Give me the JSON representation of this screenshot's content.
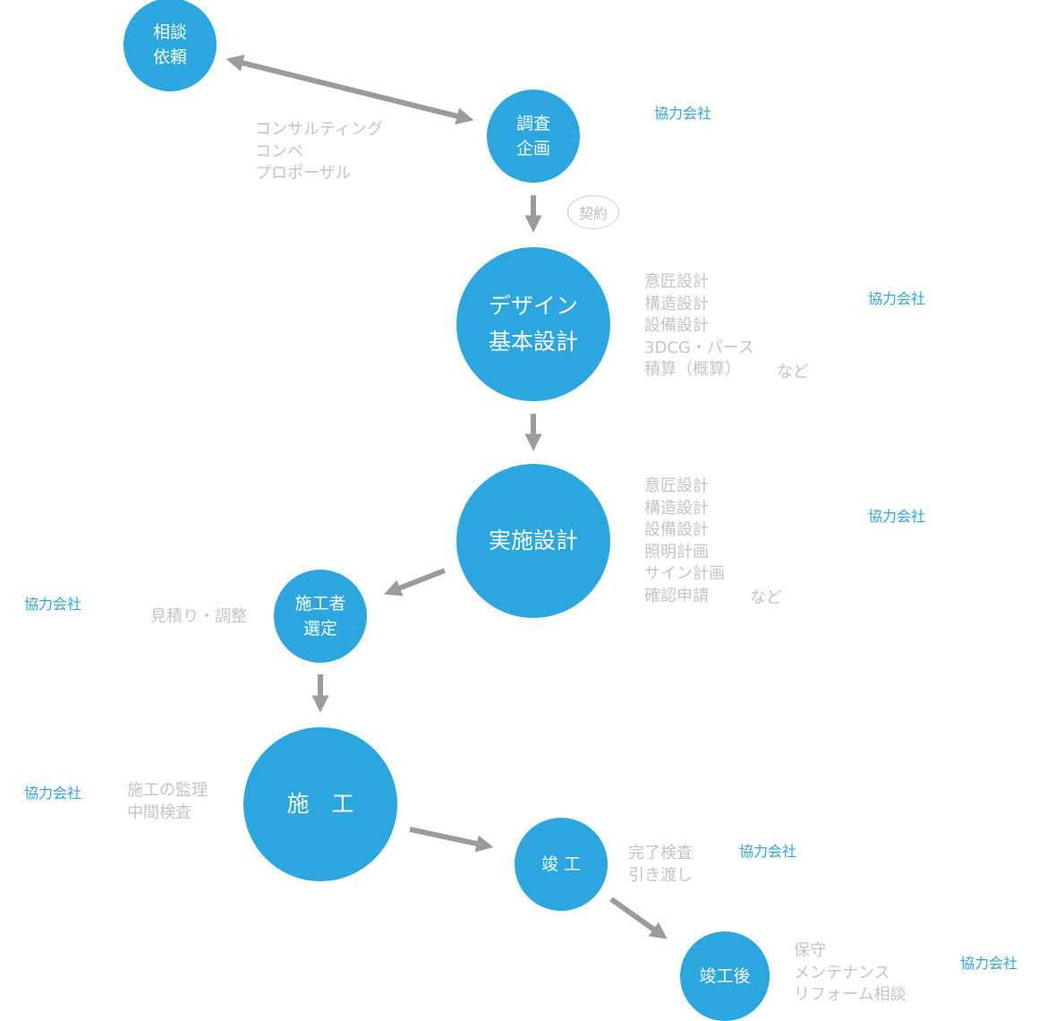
{
  "colors": {
    "node_fill": "#2ba6df",
    "node_text": "#ffffff",
    "note_text": "#c4c4c4",
    "partner_text": "#2ba6df",
    "arrow": "#9b9b9b"
  },
  "nodes": [
    {
      "id": "consult",
      "lines": [
        "相談",
        "依頼"
      ]
    },
    {
      "id": "research",
      "lines": [
        "調査",
        "企画"
      ]
    },
    {
      "id": "basic-design",
      "lines": [
        "デザイン",
        "基本設計"
      ]
    },
    {
      "id": "detailed-design",
      "lines": [
        "実施設計"
      ]
    },
    {
      "id": "contractor-selection",
      "lines": [
        "施工者",
        "選定"
      ]
    },
    {
      "id": "construction",
      "lines": [
        "施　工"
      ]
    },
    {
      "id": "completion",
      "lines": [
        "竣 工"
      ]
    },
    {
      "id": "after-completion",
      "lines": [
        "竣工後"
      ]
    }
  ],
  "notes": {
    "consult_research": [
      "コンサルティング",
      "コンペ",
      "プロポーザル"
    ],
    "basic_design": [
      "意匠設計",
      "構造設計",
      "設備設計",
      "3DCG・パース",
      "積算（概算）"
    ],
    "basic_design_etc": "など",
    "detailed_design": [
      "意匠設計",
      "構造設計",
      "設備設計",
      "照明計画",
      "サイン計画",
      "確認申請"
    ],
    "detailed_design_etc": "など",
    "contractor_selection": [
      "見積り・調整"
    ],
    "construction": [
      "施工の監理",
      "中間検査"
    ],
    "completion": [
      "完了検査",
      "引き渡し"
    ],
    "after_completion": [
      "保守",
      "メンテナンス",
      "リフォーム相談"
    ]
  },
  "contract_badge": "契約",
  "partner_label": "協力会社",
  "arrows": [
    {
      "from": "consult",
      "to": "research",
      "direction": "both"
    },
    {
      "from": "research",
      "to": "basic-design",
      "direction": "forward"
    },
    {
      "from": "basic-design",
      "to": "detailed-design",
      "direction": "forward"
    },
    {
      "from": "detailed-design",
      "to": "contractor-selection",
      "direction": "forward"
    },
    {
      "from": "contractor-selection",
      "to": "construction",
      "direction": "forward"
    },
    {
      "from": "construction",
      "to": "completion",
      "direction": "forward"
    },
    {
      "from": "completion",
      "to": "after-completion",
      "direction": "forward"
    }
  ]
}
